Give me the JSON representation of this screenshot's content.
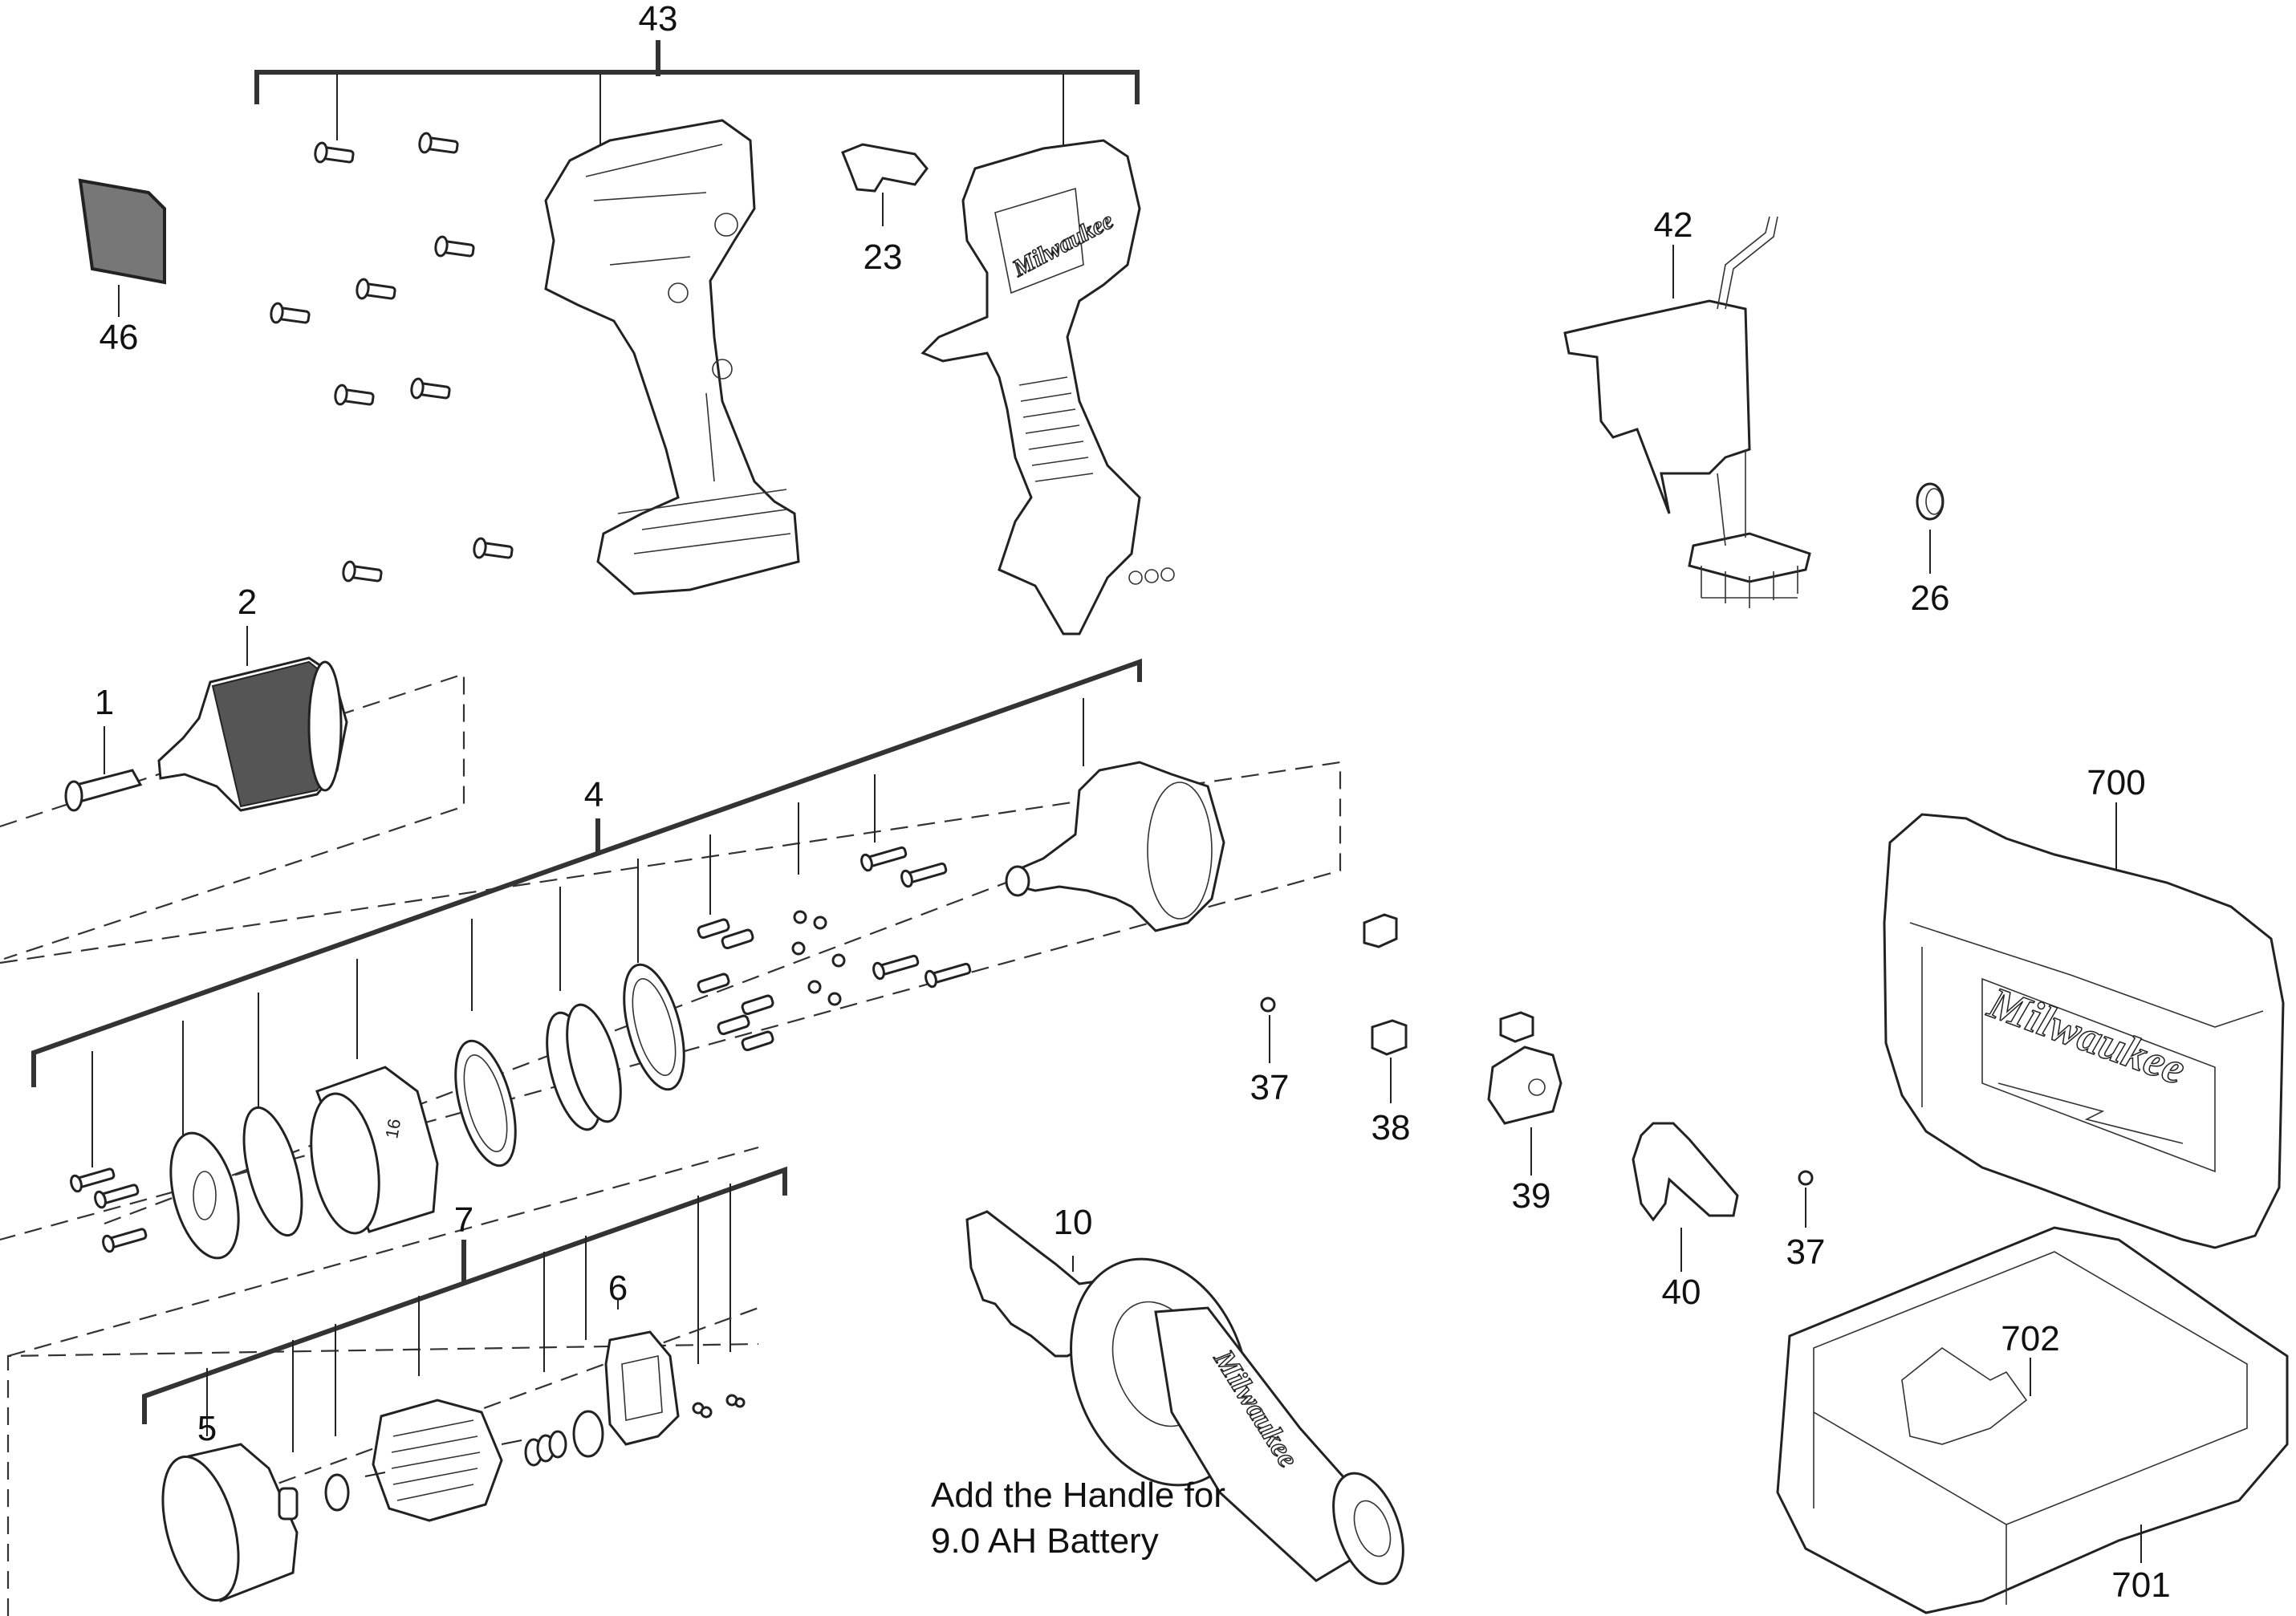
{
  "diagram": {
    "title": "Exploded parts diagram",
    "note_line1": "Add the Handle for",
    "note_line2": "9.0 AH Battery",
    "brand": "Milwaukee",
    "labels": {
      "p1": "1",
      "p2": "2",
      "p4": "4",
      "p5": "5",
      "p6": "6",
      "p7": "7",
      "p10": "10",
      "p23": "23",
      "p26": "26",
      "p37a": "37",
      "p37b": "37",
      "p38": "38",
      "p39": "39",
      "p40": "40",
      "p42": "42",
      "p43": "43",
      "p46": "46",
      "p700": "700",
      "p701": "701",
      "p702": "702"
    }
  }
}
